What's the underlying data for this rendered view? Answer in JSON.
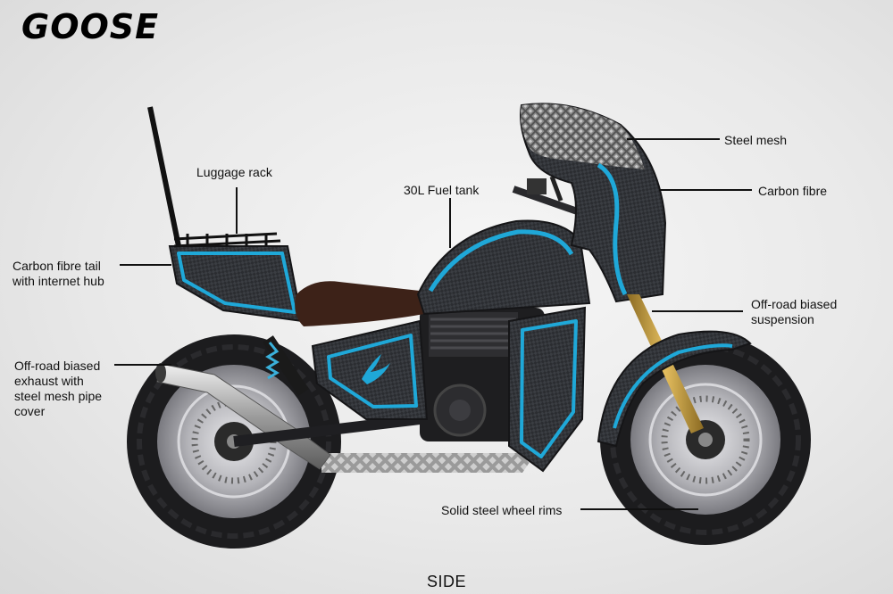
{
  "title": "GOOSE",
  "view": "SIDE",
  "labels": {
    "luggage_rack": "Luggage rack",
    "fuel_tank": "30L Fuel tank",
    "steel_mesh": "Steel mesh",
    "carbon_fibre": "Carbon fibre",
    "carbon_tail_line1": "Carbon fibre tail",
    "carbon_tail_line2": "with internet hub",
    "suspension_line1": "Off-road biased",
    "suspension_line2": "suspension",
    "exhaust_line1": "Off-road biased",
    "exhaust_line2": "exhaust with",
    "exhaust_line3": "steel mesh pipe",
    "exhaust_line4": "cover",
    "wheel_rims": "Solid steel wheel rims"
  },
  "colors": {
    "accent": "#1fa8d8",
    "carbon": "#2b2d31",
    "tire": "#1c1c1e",
    "rim": "#b8b8bc",
    "fork_gold": "#c59a3a",
    "seat": "#3d2218"
  }
}
